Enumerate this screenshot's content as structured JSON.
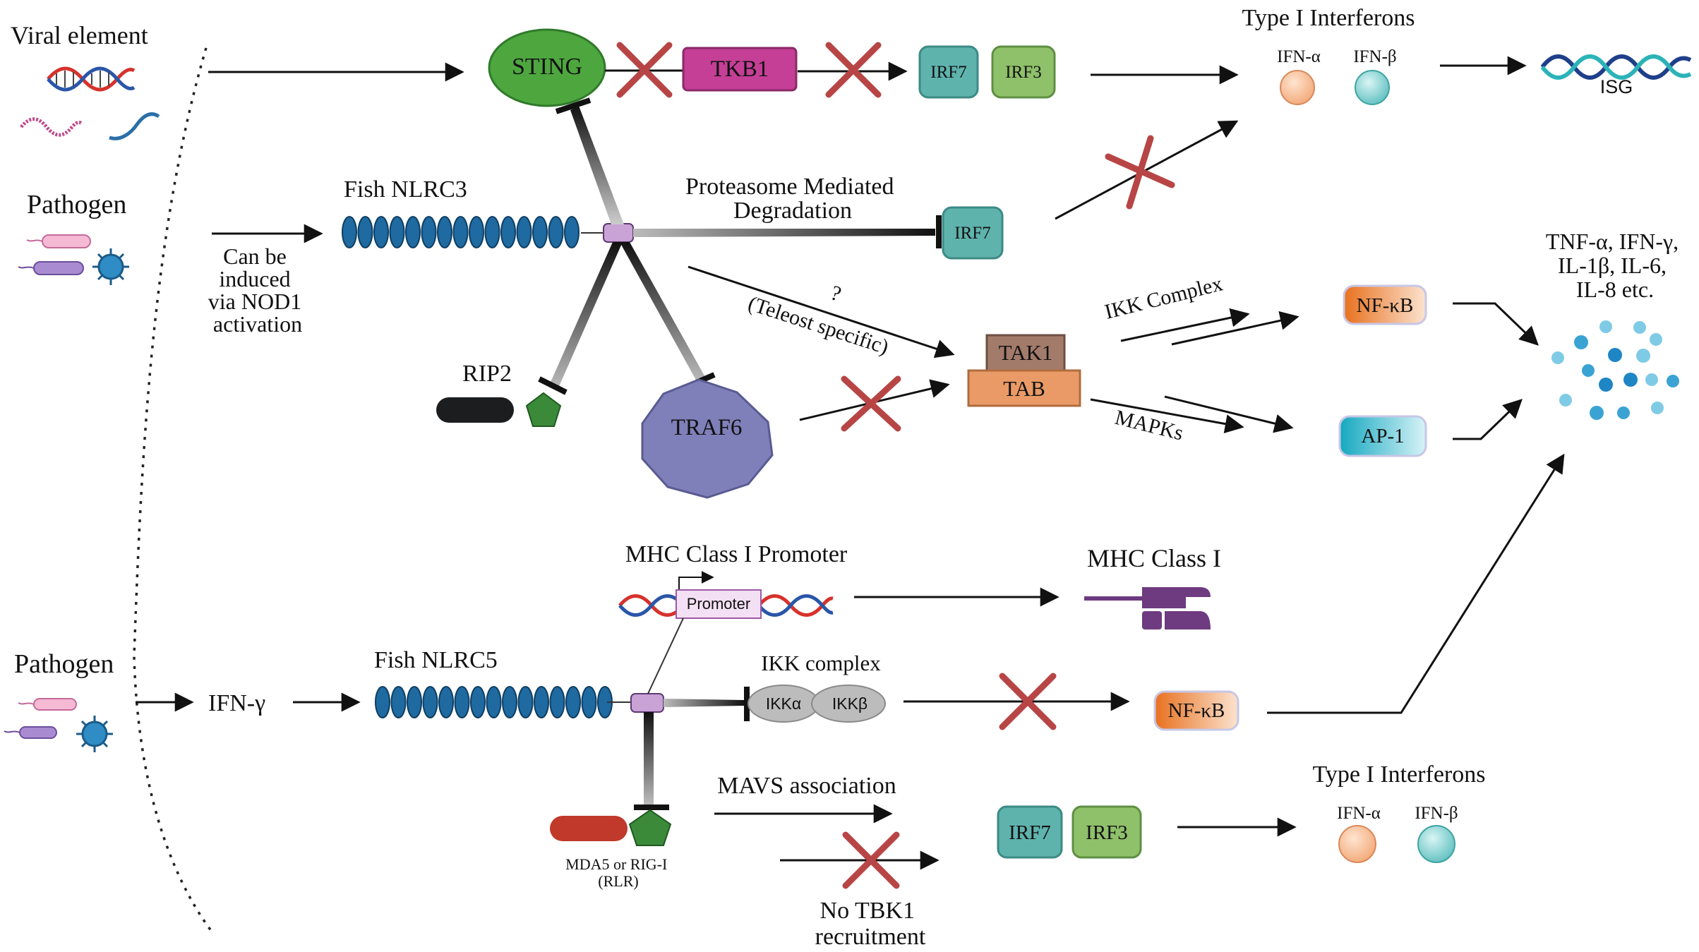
{
  "labels": {
    "viral_element": "Viral element",
    "pathogen_top": "Pathogen",
    "pathogen_bottom": "Pathogen",
    "induced_line1": "Can be",
    "induced_line2": "induced",
    "induced_line3": "via NOD1",
    "induced_line4": "activation",
    "sting": "STING",
    "tkb1": "TKB1",
    "irf7_top": "IRF7",
    "irf3_top": "IRF3",
    "type1_ifn_top": "Type I Interferons",
    "ifn_alpha_top": "IFN-α",
    "ifn_beta_top": "IFN-β",
    "isg": "ISG",
    "fish_nlrc3": "Fish NLRC3",
    "proteasome_line1": "Proteasome Mediated",
    "proteasome_line2": "Degradation",
    "irf7_mid": "IRF7",
    "cytokines_line1": "TNF-α, IFN-γ,",
    "cytokines_line2": "IL-1β, IL-6,",
    "cytokines_line3": "IL-8 etc.",
    "question_mark": "?",
    "teleost_specific": "(Teleost specific)",
    "ikk_complex_upper": "IKK Complex",
    "nfkb_upper": "NF-κB",
    "tak1": "TAK1",
    "tab": "TAB",
    "mapks": "MAPKs",
    "ap1": "AP-1",
    "rip2": "RIP2",
    "traf6": "TRAF6",
    "mhc_promoter_title": "MHC Class I Promoter",
    "promoter": "Promoter",
    "mhc_class1": "MHC Class I",
    "ifn_gamma": "IFN-γ",
    "fish_nlrc5": "Fish NLRC5",
    "ikk_complex_lower": "IKK complex",
    "ikk_alpha": "IKKα",
    "ikk_beta": "IKKβ",
    "nfkb_lower": "NF-κB",
    "mavs_association": "MAVS association",
    "irf7_bottom": "IRF7",
    "irf3_bottom": "IRF3",
    "type1_ifn_bottom": "Type I Interferons",
    "ifn_alpha_bottom": "IFN-α",
    "ifn_beta_bottom": "IFN-β",
    "mda5_line1": "MDA5 or RIG-I",
    "mda5_line2": "(RLR)",
    "no_tbk1_line1": "No TBK1",
    "no_tbk1_line2": "recruitment"
  },
  "colors": {
    "sting": "#4a9e3f",
    "tkb1": "#c43f95",
    "irf7": "#5fb3ad",
    "irf3": "#8fc06a",
    "ifn_alpha": "#f7c09a",
    "ifn_beta": "#7fd0d0",
    "lrr": "#1f6aa0",
    "nfkb": "#e97a2c",
    "ap1": "#2bb3c8",
    "tak1": "#a37b6a",
    "tab": "#e99a66",
    "traf6": "#7f80b9",
    "rip2_card": "#1b1d1f",
    "rip2_pentagon": "#3b8a3a",
    "mda5_card": "#c0392b",
    "mhc_class1": "#6e3a80",
    "inhibition_cross": "#b84545",
    "cytokine_dot": "#5ab9d8"
  }
}
